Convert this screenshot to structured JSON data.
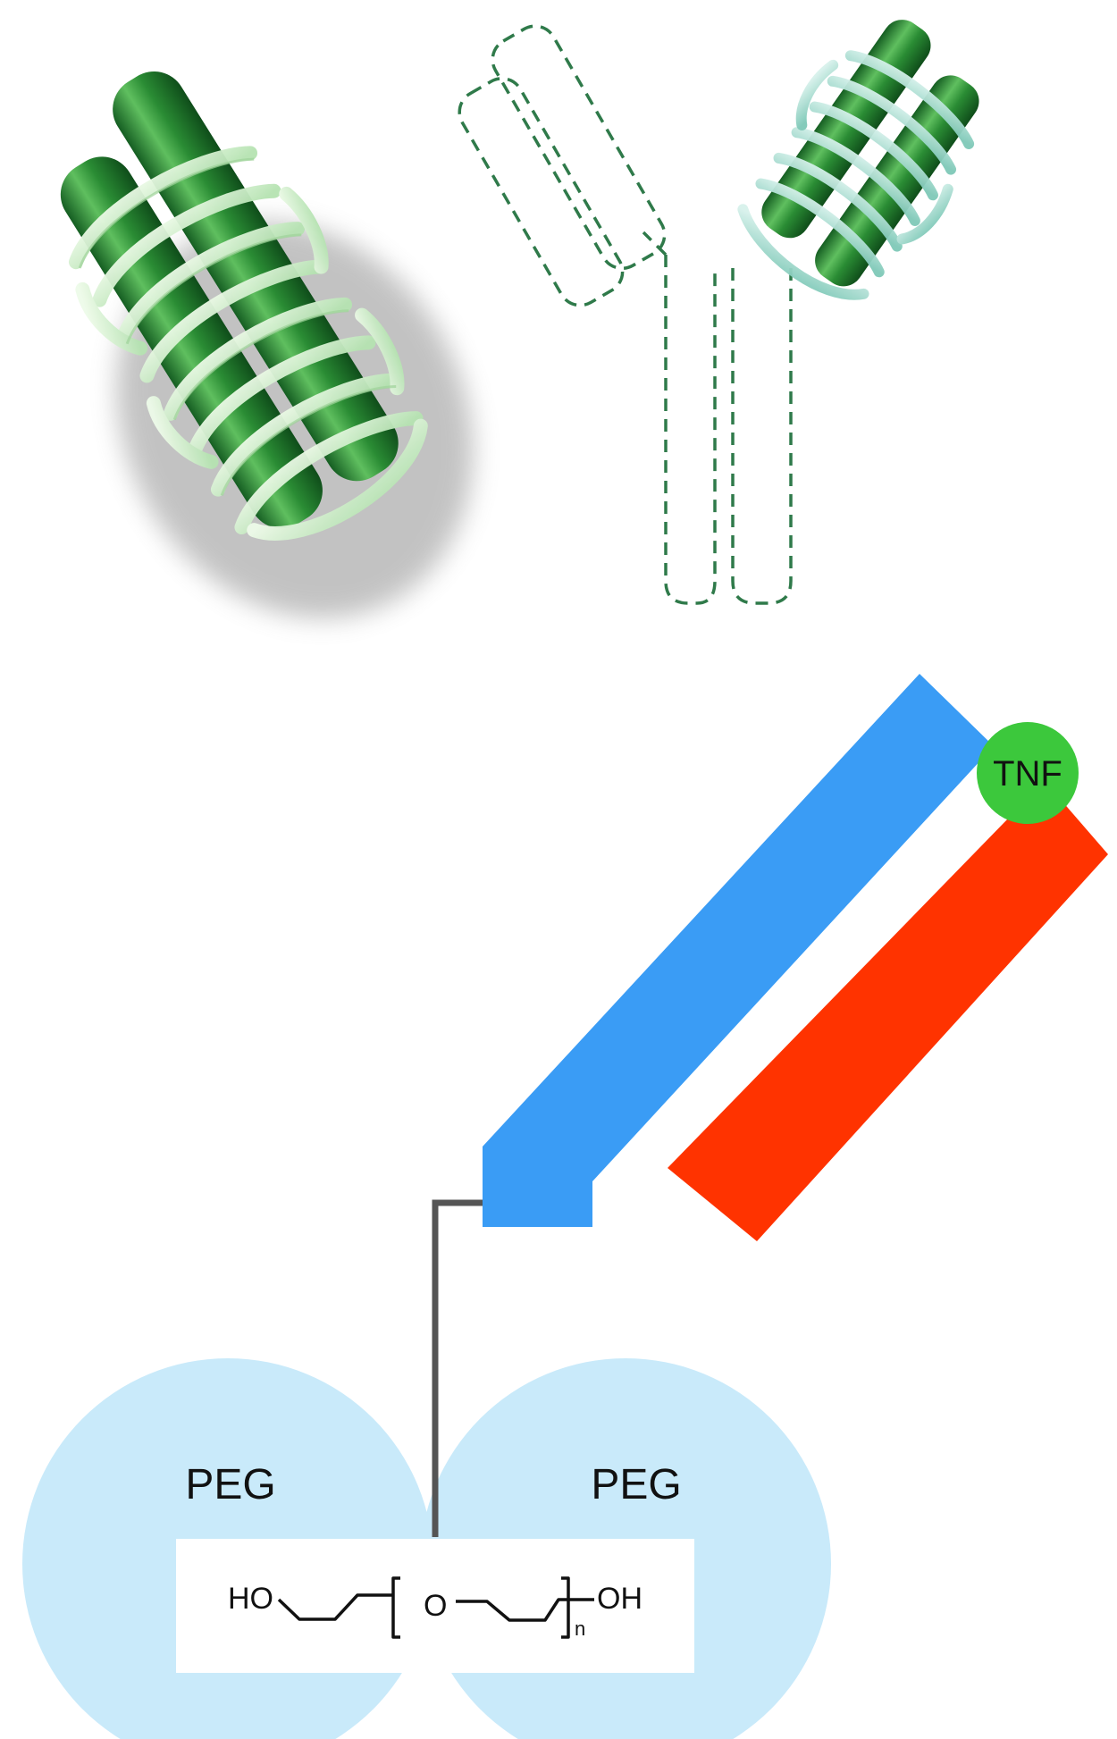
{
  "labels": {
    "tnf": "TNF",
    "peg_left": "PEG",
    "peg_right": "PEG"
  },
  "structure": {
    "ho": "HO",
    "o": "O",
    "n": "n",
    "oh": "OH"
  },
  "colors": {
    "helix_dark": "#1f7a2e",
    "helix_mid": "#3ea045",
    "coil_light": "#c9efc7",
    "coil_teal": "#8fd3c4",
    "dashed_outline": "#2f7a4a",
    "heavy_chain": "#3a9cf5",
    "light_chain": "#ff3300",
    "tnf_circle": "#3cc83c",
    "peg_cloud": "#c9eafa",
    "linker": "#555555"
  }
}
